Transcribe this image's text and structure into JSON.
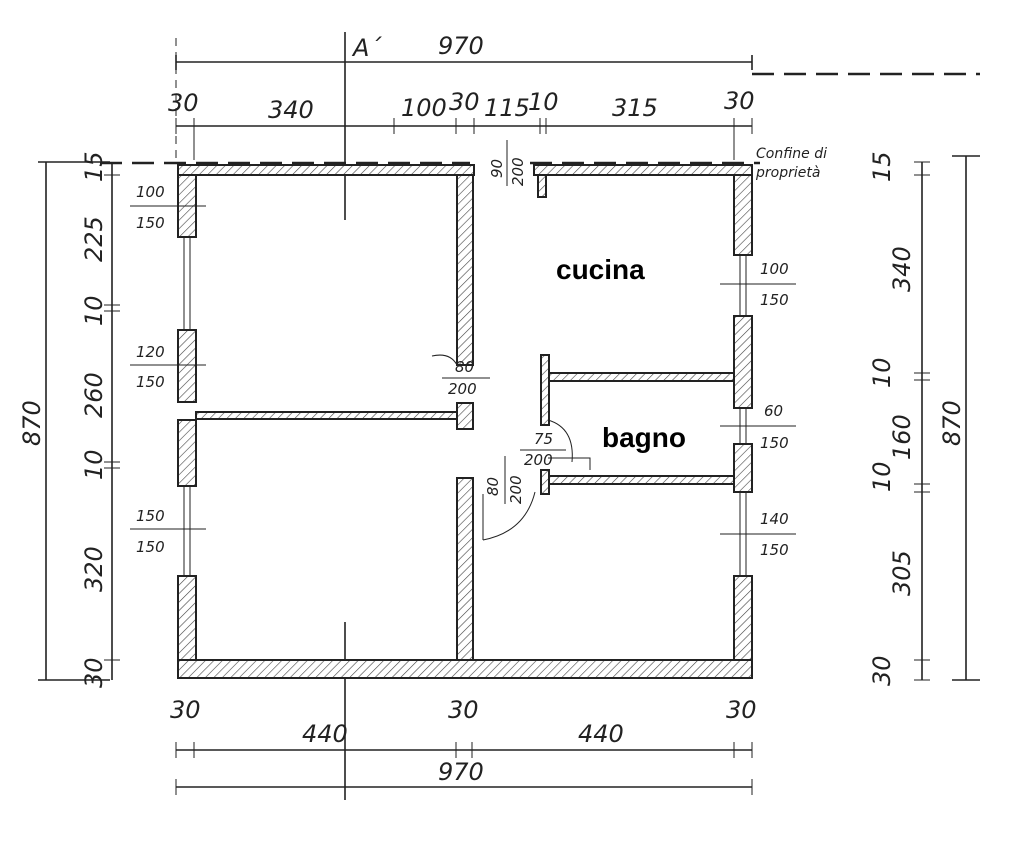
{
  "section_label": "A´",
  "boundary_note": [
    "Confine di",
    "proprietà"
  ],
  "rooms": {
    "kitchen": "cucina",
    "bathroom": "bagno"
  },
  "dims": {
    "top_total": "970",
    "top_segments": [
      "30",
      "340",
      "100",
      "30",
      "115",
      "10",
      "315",
      "30"
    ],
    "left_total": "870",
    "left_segments": [
      "15",
      "225",
      "10",
      "260",
      "10",
      "320",
      "30"
    ],
    "right_total": "870",
    "right_segments": [
      "15",
      "340",
      "10",
      "160",
      "10",
      "305",
      "30"
    ],
    "bottom_walls": [
      "30",
      "30",
      "30"
    ],
    "bottom_segments": [
      "440",
      "440"
    ],
    "bottom_total": "970"
  },
  "openings": {
    "win_left_1": [
      "100",
      "150"
    ],
    "win_left_2": [
      "120",
      "150"
    ],
    "win_left_3": [
      "150",
      "150"
    ],
    "win_right_1": [
      "100",
      "150"
    ],
    "win_right_2": [
      "60",
      "150"
    ],
    "win_right_3": [
      "140",
      "150"
    ],
    "door_top": [
      "90",
      "200"
    ],
    "door_mid": [
      "80",
      "200"
    ],
    "door_bath": [
      "75",
      "200"
    ],
    "door_lower": [
      "80",
      "200"
    ]
  }
}
